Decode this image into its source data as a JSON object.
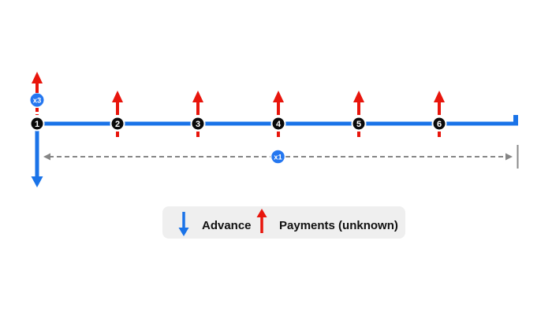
{
  "diagram": {
    "type": "timeline-cashflow",
    "timeline": {
      "nodes": [
        {
          "label": "1"
        },
        {
          "label": "2"
        },
        {
          "label": "3"
        },
        {
          "label": "4"
        },
        {
          "label": "5"
        },
        {
          "label": "6"
        }
      ],
      "advance_badge": "x3",
      "measure_badge": "x1"
    },
    "legend": {
      "advance_label": "Advance",
      "payments_label": "Payments (unknown)"
    },
    "colors": {
      "timeline_blue": "#1a73e8",
      "badge_blue": "#2577f0",
      "payment_red": "#e8150c",
      "node_black": "#0a0a0a",
      "measure_gray": "#868686",
      "legend_bg": "#efefef",
      "legend_text": "#111111"
    }
  }
}
